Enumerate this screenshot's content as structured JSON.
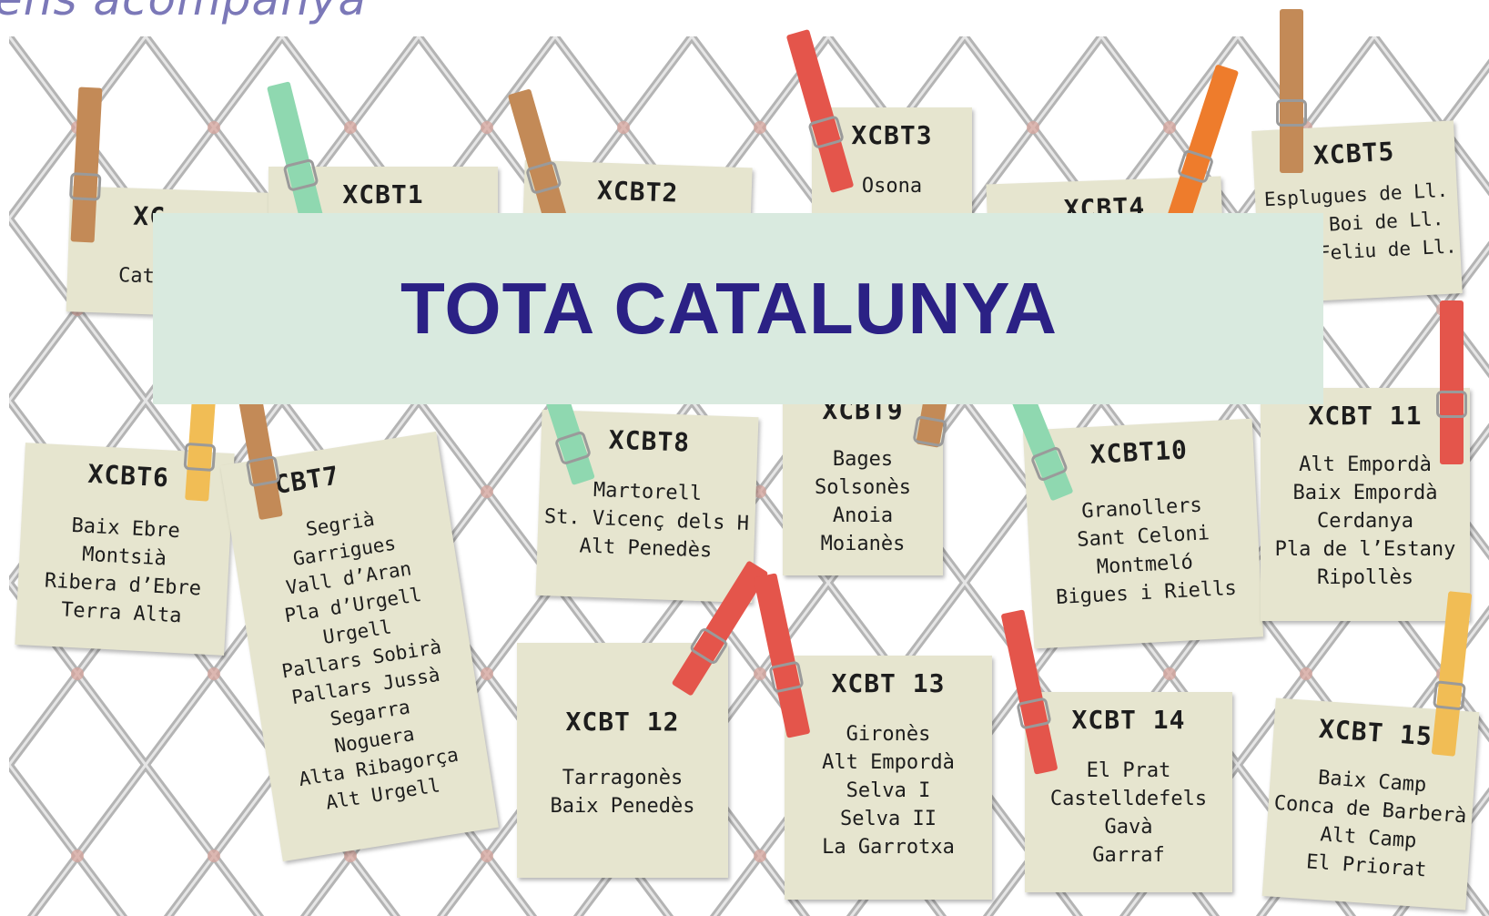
{
  "heading": "ens acompanya",
  "banner": {
    "title": "TOTA CATALUNYA"
  },
  "notes": [
    {
      "code": "XC",
      "items": [
        "Cat"
      ]
    },
    {
      "code": "XCBT1",
      "items": []
    },
    {
      "code": "XCBT2",
      "items": []
    },
    {
      "code": "XCBT3",
      "items": [
        "Osona"
      ]
    },
    {
      "code": "XCBT4",
      "items": []
    },
    {
      "code": "XCBT5",
      "items": [
        "Esplugues de Ll.",
        "Sant Boi de Ll.",
        "Sant Feliu de Ll."
      ]
    },
    {
      "code": "XCBT6",
      "items": [
        "Baix Ebre",
        "Montsià",
        "Ribera d’Ebre",
        "Terra Alta"
      ]
    },
    {
      "code": "XCBT7",
      "items": [
        "Segrià",
        "Garrigues",
        "Vall d’Aran",
        "Pla d’Urgell",
        "Urgell",
        "Pallars Sobirà",
        "Pallars Jussà",
        "Segarra",
        "Noguera",
        "Alta Ribagorça",
        "Alt Urgell"
      ]
    },
    {
      "code": "XCBT8",
      "items": [
        "Martorell",
        "St. Vicenç dels H",
        "Alt Penedès"
      ]
    },
    {
      "code": "XCBT9",
      "items": [
        "Bages",
        "Solsonès",
        "Anoia",
        "Moianès"
      ]
    },
    {
      "code": "XCBT10",
      "items": [
        "Granollers",
        "Sant Celoni",
        "Montmeló",
        "Bigues i Riells"
      ]
    },
    {
      "code": "XCBT 11",
      "items": [
        "Alt Empordà",
        "Baix Empordà",
        "Cerdanya",
        "Pla de l’Estany",
        "Ripollès"
      ]
    },
    {
      "code": "XCBT 12",
      "items": [
        "Tarragonès",
        "Baix Penedès"
      ]
    },
    {
      "code": "XCBT 13",
      "items": [
        "Gironès",
        "Alt Empordà",
        "Selva I",
        "Selva II",
        "La Garrotxa"
      ]
    },
    {
      "code": "XCBT 14",
      "items": [
        "El Prat",
        "Castelldefels",
        "Gavà",
        "Garraf"
      ]
    },
    {
      "code": "XCBT 15",
      "items": [
        "Baix Camp",
        "Conca de Barberà",
        "Alt Camp",
        "El Priorat"
      ]
    }
  ],
  "colors": {
    "banner_bg": "#d9eadf",
    "banner_text": "#2b2185",
    "note_paper": "#e6e5cf",
    "pin_wood": "#c38a57",
    "pin_red": "#e4554b",
    "pin_green": "#8fd8b0",
    "pin_orange": "#ee7c2c",
    "pin_yellow": "#f1bd55"
  }
}
